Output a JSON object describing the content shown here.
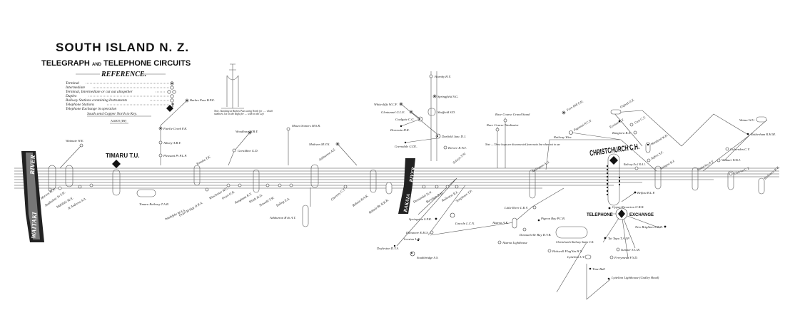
{
  "title": {
    "line1": "SOUTH ISLAND N. Z.",
    "line2a": "TELEGRAPH",
    "line2b": "AND",
    "line2c": "TELEPHONE CIRCUITS"
  },
  "reference": {
    "heading": "REFERENCE.",
    "items": [
      "Terminal",
      "Intermediate",
      "Terminal, Intermediate or cut out altogether",
      "Duplex",
      "Railway Stations containing Instruments",
      "Telephone Stations",
      "Telephone Exchange in operation"
    ],
    "note": "South send Copper North to Key.",
    "stamp": "A.6003 [IH]"
  },
  "rivers": {
    "waitaki": "WAITAKI",
    "waitaki_river": "RIVER",
    "rakaia": "RAKAIA",
    "rakaia_river": "RIVER"
  },
  "cities": {
    "timaru": "TIMARU T.U.",
    "christchurch": "CHRISTCHURCH C.H.",
    "telephone": "TELEPHONE",
    "exchange": "EXCHANGE"
  },
  "notes": {
    "arthurs_pass": "Note. Standing at Burkes Pass swing North for ..... which numbers 1ex on the Right for .... with on the Left",
    "race_course": "Note — These loops are disconnected from main line when not in use",
    "railway_wire": "Railway Wire"
  },
  "stations": [
    "Waimate W.E.",
    "Morven M.N.",
    "Studholme Jn S.H.",
    "Makikihi M.K.",
    "St Andrews S.A.",
    "Timaru Railway T.A.R.",
    "Washdyke W.A.S.",
    "Fairlie Creek F.K.",
    "Burkes Pass B.P.E.",
    "Albury A.B.Y.",
    "Pleasant Pt P.L.P.",
    "Temuka T.K.",
    "Orari Bridge O.R.A.",
    "Woodbury W.B.Y.",
    "Geraldine G.D.",
    "Winchester W.C.",
    "Orari O.R.",
    "Rangitata R.T.",
    "Hinds H.D.",
    "Tinwald T.W.",
    "Ealing E.A.",
    "Mount Somers M.S.R.",
    "Ashburton A.S.",
    "Methven M.V.N.",
    "Ashburton B'ch A.T.",
    "Chertsey C.Y.",
    "Rakaia R.A.K.",
    "Rakaia Br. R.K.R.",
    "Hornby H.Y.",
    "Springfield S.G.",
    "Sheffield S.D.",
    "Whitecliffs W.C.F.",
    "Glentunnel G.L.E.",
    "Coalgate C.G.",
    "Hororata H.R.",
    "Darfield Junc D.J.",
    "Greendale G.DL.",
    "Kirwee K.W.I.",
    "Race Course Grand Stand",
    "Race Course Totalisator",
    "Selwyn S.W.",
    "Dunsandel D.N.",
    "Burnham B.M.",
    "Rolleston R.L.",
    "Templeton T.P.",
    "Doyleston D.Y.S.",
    "Leeston L.N.",
    "Ellesmere E.M.S.",
    "Springston S.P.R.",
    "Lincoln L.C.N.",
    "Southbridge S.S.",
    "Little River L.R.V.",
    "Akaroa A.K.",
    "Pigeon Bay P.C.B.",
    "Duvauchelle Bay D.V.B.",
    "Akaroa Lighthouse",
    "Christchurch Railway Stat'n C.R.",
    "Halswell Flag'Stn H.X.",
    "Addington A.G.",
    "Papanui P.C.N.",
    "Fern Hill F.H.",
    "Oxford O.X.",
    "Cust C.T.",
    "Eyreton E.Y.",
    "Rangiora R.A.",
    "Woodend W.D.",
    "Sefton S.F.",
    "Kaiapoi K.I.",
    "Amberley A.Y.",
    "Waiau W.U.",
    "Rotherham R.H.M.",
    "Culverden C.V.",
    "Waikari W.K.I.",
    "Cheviot C.T.",
    "Kaikoura K.K.",
    "Belfast B.L.F.",
    "Upper Riccarton U.R.R.",
    "New Brighton N.B.R.",
    "Tai Tapu T.A.I.P.",
    "Sumner S.U.R.",
    "Ferrymead F.Y.D.",
    "Lyttelton L.Y.",
    "Time Ball",
    "Lyttelton Lighthouse (Godley Head)",
    "Railway No.1 R.A.1."
  ]
}
